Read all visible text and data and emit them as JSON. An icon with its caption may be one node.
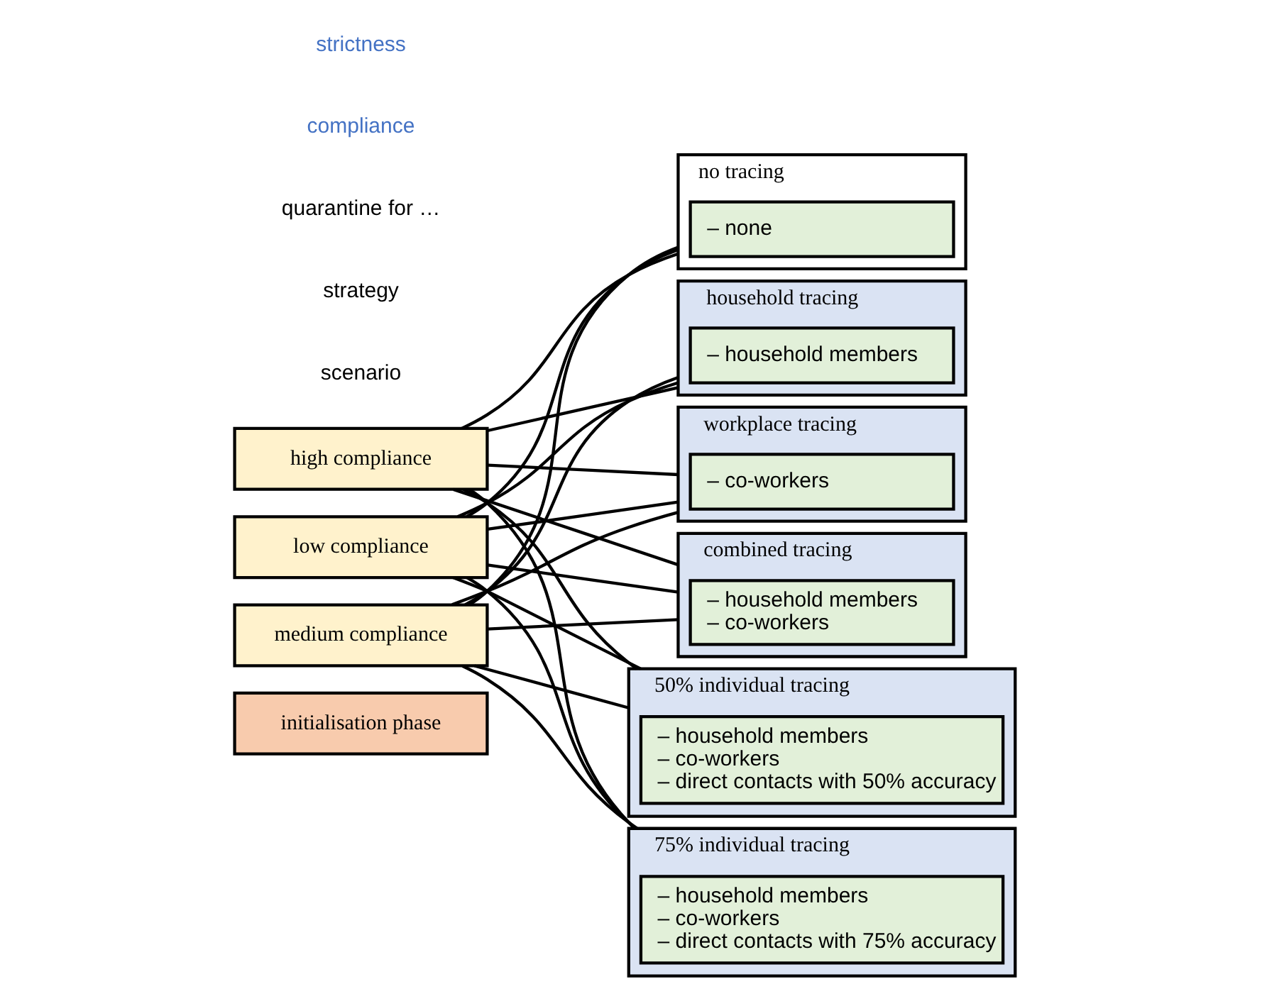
{
  "diagram": {
    "nodes": [
      {
        "text": [
          "initialisation phase"
        ]
      },
      {
        "text": [
          "low compliance"
        ]
      },
      {
        "text": [
          "medium compliance"
        ]
      },
      {
        "text": [
          "high compliance"
        ]
      },
      {
        "text": [
          "no tracing"
        ]
      },
      {
        "text": [
          "– none"
        ],
        "in": 4
      },
      {
        "text": [
          "household tracing"
        ]
      },
      {
        "text": [
          "– household members"
        ],
        "in": 6
      },
      {
        "text": [
          "workplace tracing"
        ]
      },
      {
        "text": [
          "– co-workers"
        ],
        "in": 8
      },
      {
        "text": [
          "combined tracing"
        ]
      },
      {
        "text": [
          "– household members",
          "– co-workers"
        ],
        "in": 10
      },
      {
        "text": [
          "50% individual tracing"
        ]
      },
      {
        "text": [
          "– household members",
          "– co-workers",
          "– direct contacts with 50% accuracy"
        ],
        "in": 12
      },
      {
        "text": [
          "75% individual tracing"
        ]
      },
      {
        "text": [
          "– household members",
          "– co-workers",
          "– direct contacts with 75% accuracy"
        ],
        "in": 14
      }
    ],
    "edges": [
      {
        "from": 1,
        "to": 4,
        "arrow": "none"
      },
      {
        "from": 1,
        "to": 6,
        "arrow": "none"
      },
      {
        "from": 1,
        "to": 8,
        "arrow": "none"
      },
      {
        "from": 1,
        "to": 10,
        "arrow": "none"
      },
      {
        "from": 1,
        "to": 12,
        "arrow": "none"
      },
      {
        "from": 1,
        "to": 14,
        "arrow": "none"
      },
      {
        "from": 2,
        "to": 4,
        "arrow": "none"
      },
      {
        "from": 2,
        "to": 6,
        "arrow": "none"
      },
      {
        "from": 2,
        "to": 8,
        "arrow": "none"
      },
      {
        "from": 2,
        "to": 10,
        "arrow": "none"
      },
      {
        "from": 2,
        "to": 12,
        "arrow": "none"
      },
      {
        "from": 2,
        "to": 14,
        "arrow": "none"
      },
      {
        "from": 3,
        "to": 4,
        "arrow": "none"
      },
      {
        "from": 3,
        "to": 6,
        "arrow": "none"
      },
      {
        "from": 3,
        "to": 8,
        "arrow": "none"
      },
      {
        "from": 3,
        "to": 10,
        "arrow": "none"
      },
      {
        "from": 3,
        "to": 12,
        "arrow": "none"
      },
      {
        "from": 3,
        "to": 14,
        "arrow": "none"
      }
    ],
    "labels": [
      "scenario",
      "strategy",
      "quarantine for …",
      "compliance",
      "strictness"
    ]
  }
}
